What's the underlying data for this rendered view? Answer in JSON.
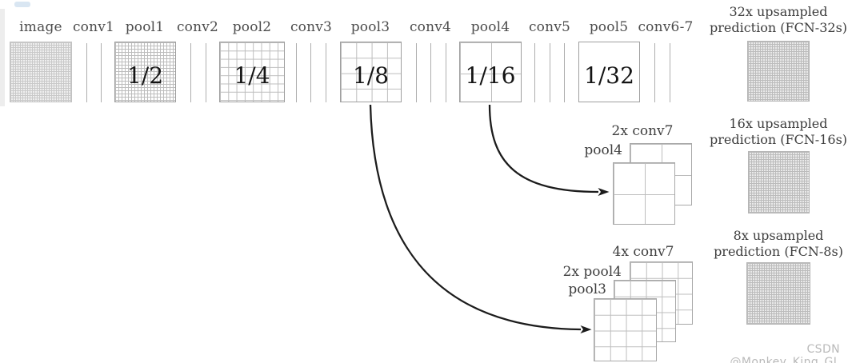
{
  "backbone": {
    "stages": [
      {
        "label": "image"
      },
      {
        "label": "conv1"
      },
      {
        "label": "pool1",
        "scale": "1/2"
      },
      {
        "label": "conv2"
      },
      {
        "label": "pool2",
        "scale": "1/4"
      },
      {
        "label": "conv3"
      },
      {
        "label": "pool3",
        "scale": "1/8"
      },
      {
        "label": "conv4"
      },
      {
        "label": "pool4",
        "scale": "1/16"
      },
      {
        "label": "conv5"
      },
      {
        "label": "pool5",
        "scale": "1/32"
      },
      {
        "label": "conv6-7"
      }
    ]
  },
  "outputs": [
    {
      "line1": "32x upsampled",
      "line2": "prediction (FCN-32s)"
    },
    {
      "line1": "16x upsampled",
      "line2": "prediction (FCN-16s)"
    },
    {
      "line1": "8x upsampled",
      "line2": "prediction (FCN-8s)"
    }
  ],
  "fusions": [
    {
      "title": "2x conv7",
      "inputs": [
        "pool4"
      ]
    },
    {
      "title": "4x conv7",
      "inputs": [
        "2x pool4",
        "pool3"
      ]
    }
  ],
  "watermark": "CSDN @Monkey_King_GL",
  "colors": {
    "grid_line": "#bdbdbd",
    "stage_label_text": "#4c4c4c",
    "fraction_text": "#141414",
    "arrow": "#1c1c1c",
    "watermark_text": "#b9b9b9"
  }
}
